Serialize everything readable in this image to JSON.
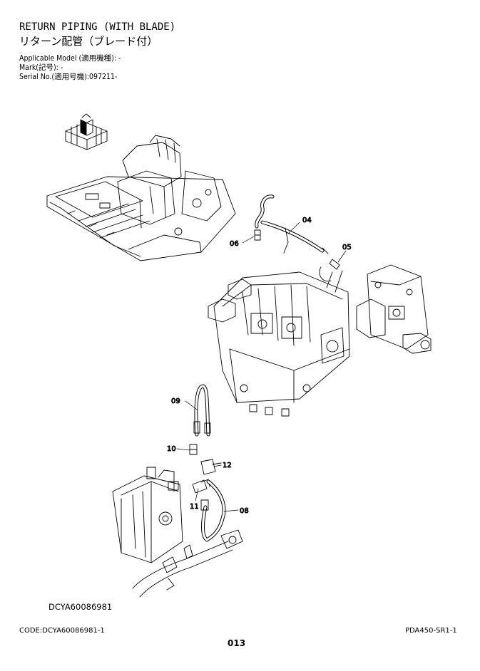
{
  "header": {
    "title_en": "RETURN PIPING (WITH BLADE)",
    "title_ja": "リターン配管（ブレード付）",
    "applicable_model": "Applicable Model (適用機種): -",
    "mark": "Mark(記号): -",
    "serial_no": "Serial No.(適用号機):097211-"
  },
  "diagram": {
    "code": "DCYA60086981",
    "callouts": [
      "04",
      "05",
      "06",
      "09",
      "10",
      "12",
      "11",
      "08"
    ]
  },
  "footer": {
    "code": "CODE:DCYA60086981-1",
    "doc_id": "PDA450-SR1-1",
    "page": "013"
  }
}
